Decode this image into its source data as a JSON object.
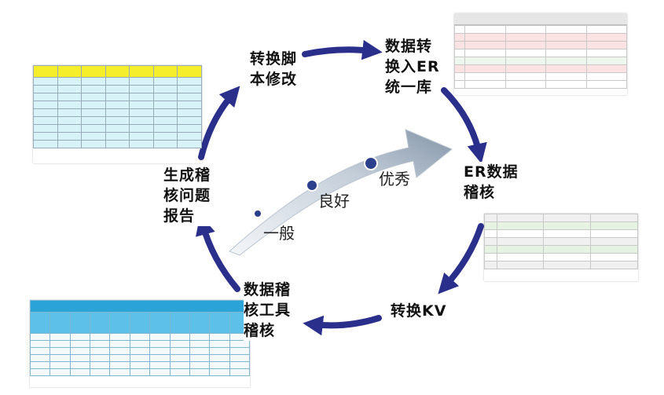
{
  "diagram": {
    "steps": {
      "convert_script": "转换脚\n本修改",
      "convert_to_er": "数据转\n换入ER\n统一库",
      "er_audit": "ER数据\n稽核",
      "convert_kv": "转换KV",
      "audit_tool": "数据稽\n核工具\n稽核",
      "report": "生成稽\n核问题\n报告"
    },
    "quality_levels": {
      "general": "一般",
      "good": "良好",
      "excellent": "优秀"
    },
    "colors": {
      "cycle_arrow": "#2b2f8c",
      "quality_arrow_light": "#eef1f5",
      "quality_arrow_dark": "#7d8fa3",
      "dot": "#2b3f8c"
    }
  }
}
